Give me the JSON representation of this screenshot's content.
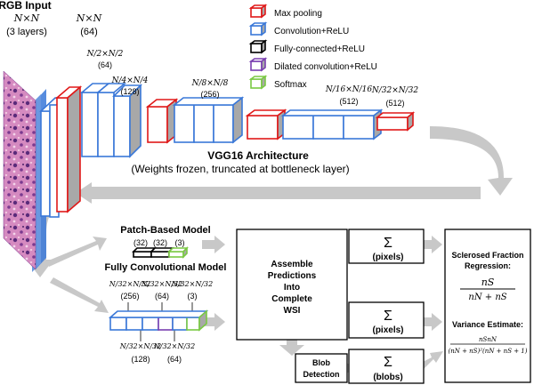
{
  "input": {
    "title": "RGB Input",
    "dims": "N×N",
    "layers": "(3 layers)"
  },
  "legend": [
    {
      "label": "Max pooling",
      "color": "#e01818"
    },
    {
      "label": "Convolution+ReLU",
      "color": "#3a78d8"
    },
    {
      "label": "Fully-connected+ReLU",
      "color": "#000000"
    },
    {
      "label": "Dilated convolution+ReLU",
      "color": "#7a3fb0"
    },
    {
      "label": "Softmax",
      "color": "#7ac943"
    }
  ],
  "vgg": {
    "stages": [
      {
        "dims": "N×N",
        "channels": "(64)"
      },
      {
        "dims": "N/2×N/2",
        "channels": "(64)"
      },
      {
        "dims": "N/4×N/4",
        "channels": "(128)"
      },
      {
        "dims": "N/8×N/8",
        "channels": "(256)"
      },
      {
        "dims": "N/16×N/16",
        "channels": "(512)"
      },
      {
        "dims": "N/32×N/32",
        "channels": "(512)"
      }
    ],
    "title": "VGG16 Architecture",
    "subtitle": "(Weights frozen, truncated at bottleneck layer)"
  },
  "patch_model": {
    "title": "Patch-Based Model",
    "channels": [
      "(32)",
      "(32)",
      "(3)"
    ]
  },
  "fcn_model": {
    "title": "Fully Convolutional Model",
    "top_dims": "N/32×N/32",
    "top_channels": [
      "(256)",
      "(64)",
      "(3)"
    ],
    "bottom_channels": [
      "(128)",
      "(64)"
    ]
  },
  "assemble": [
    "Assemble",
    "Predictions",
    "Into",
    "Complete",
    "WSI"
  ],
  "blob": [
    "Blob",
    "Detection"
  ],
  "sums": [
    {
      "symbol": "Σ",
      "label": "(pixels)"
    },
    {
      "symbol": "Σ",
      "label": "(pixels)"
    },
    {
      "symbol": "Σ",
      "label": "(blobs)"
    }
  ],
  "results": {
    "regression_title": "Sclerosed Fraction",
    "regression_title2": "Regression:",
    "regression_num": "nS",
    "regression_den": "nN + nS",
    "variance_title": "Variance Estimate:",
    "variance_num": "nSnN",
    "variance_den": "(nN + nS)²(nN + nS + 1)"
  }
}
